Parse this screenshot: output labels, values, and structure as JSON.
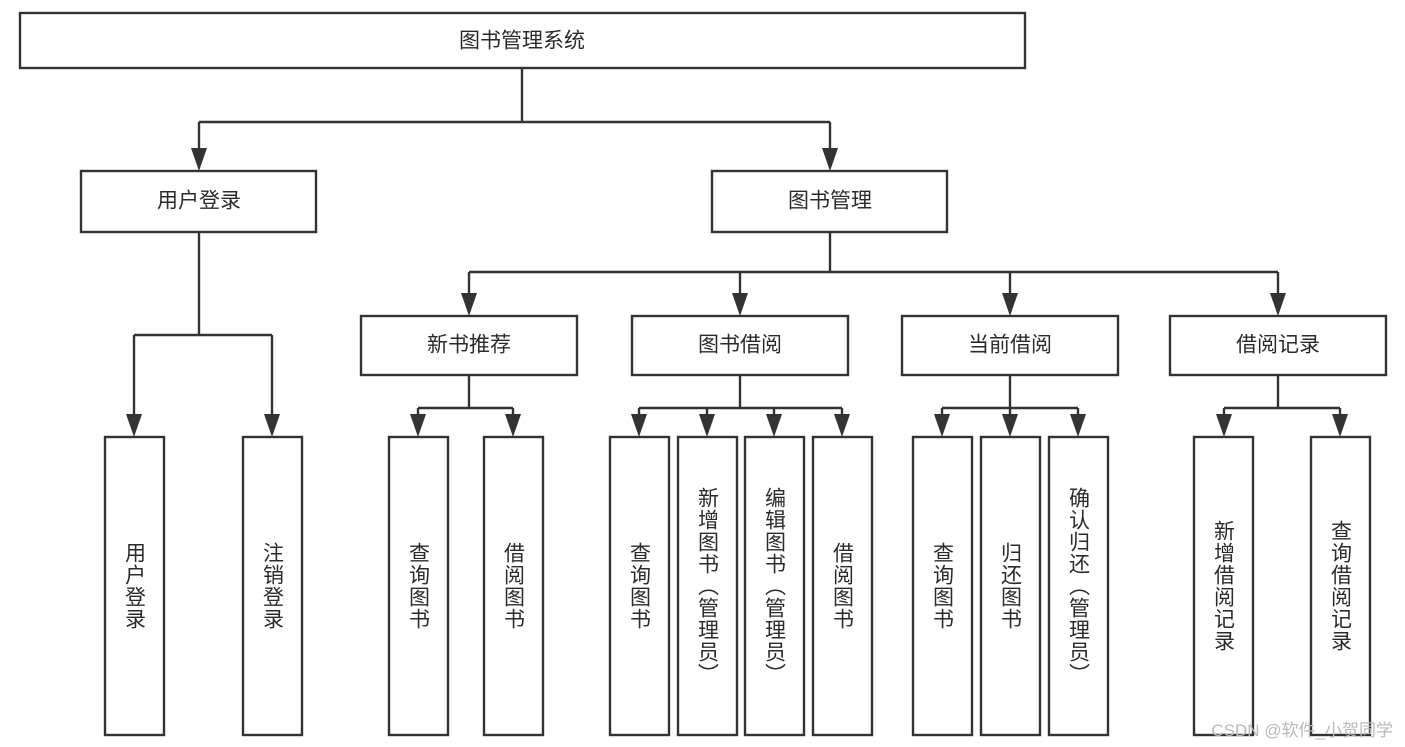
{
  "diagram": {
    "type": "hierarchy-tree",
    "title": "图书管理系统",
    "root": {
      "id": "root",
      "label": "图书管理系统"
    },
    "level1": [
      {
        "id": "user-login",
        "label": "用户登录"
      },
      {
        "id": "book-management",
        "label": "图书管理"
      }
    ],
    "level2": [
      {
        "id": "new-book-recommend",
        "label": "新书推荐",
        "parent": "book-management"
      },
      {
        "id": "book-borrow",
        "label": "图书借阅",
        "parent": "book-management"
      },
      {
        "id": "current-borrow",
        "label": "当前借阅",
        "parent": "book-management"
      },
      {
        "id": "borrow-record",
        "label": "借阅记录",
        "parent": "book-management"
      }
    ],
    "leaves": [
      {
        "id": "leaf-user-login",
        "label": "用户登录",
        "parent": "user-login"
      },
      {
        "id": "leaf-user-logout",
        "label": "注销登录",
        "parent": "user-login"
      },
      {
        "id": "leaf-query-book-1",
        "label": "查询图书",
        "parent": "new-book-recommend"
      },
      {
        "id": "leaf-borrow-book-1",
        "label": "借阅图书",
        "parent": "new-book-recommend"
      },
      {
        "id": "leaf-query-book-2",
        "label": "查询图书",
        "parent": "book-borrow"
      },
      {
        "id": "leaf-add-book",
        "label": "新增图书（管理员）",
        "parent": "book-borrow"
      },
      {
        "id": "leaf-edit-book",
        "label": "编辑图书（管理员）",
        "parent": "book-borrow"
      },
      {
        "id": "leaf-borrow-book-2",
        "label": "借阅图书",
        "parent": "book-borrow"
      },
      {
        "id": "leaf-query-book-3",
        "label": "查询图书",
        "parent": "current-borrow"
      },
      {
        "id": "leaf-return-book",
        "label": "归还图书",
        "parent": "current-borrow"
      },
      {
        "id": "leaf-confirm-return",
        "label": "确认归还（管理员）",
        "parent": "current-borrow"
      },
      {
        "id": "leaf-add-record",
        "label": "新增借阅记录",
        "parent": "borrow-record"
      },
      {
        "id": "leaf-query-record",
        "label": "查询借阅记录",
        "parent": "borrow-record"
      }
    ],
    "colors": {
      "box_fill": "#ffffff",
      "box_stroke": "#333333",
      "text": "#2b2b2b",
      "background": "#ffffff",
      "watermark": "#b9b9b9"
    }
  },
  "watermark": {
    "text": "CSDN @软件_小贺同学"
  }
}
